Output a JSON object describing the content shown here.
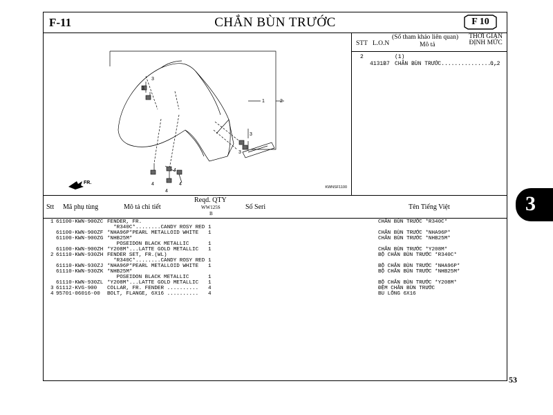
{
  "header": {
    "section_code": "F-11",
    "title": "CHẮN BÙN TRƯỚC",
    "badge": "F 10"
  },
  "diagram": {
    "callouts": [
      "3",
      "3",
      "1",
      "2",
      "3",
      "3",
      "4",
      "4",
      "4",
      "4"
    ],
    "direction_label": "FR.",
    "drawing_code": "KWNSF1100"
  },
  "time_panel": {
    "headers": {
      "stt": "STT",
      "lon": "L.O.N",
      "ref": "(Số tham khảo liên quan)",
      "desc": "Mô tả",
      "time_line1": "THỜI GIAN",
      "time_line2": "ĐỊNH MỨC"
    },
    "rows": [
      {
        "stt": "2",
        "lon": "",
        "ref": "(1)",
        "desc": "",
        "time": ""
      },
      {
        "stt": "",
        "lon": "4131B7",
        "ref": "",
        "desc": "CHẮN BÙN TRƯỚC.................",
        "time": "0,2"
      }
    ]
  },
  "table": {
    "headers": {
      "stt": "Stt",
      "code": "Mã phụ tùng",
      "desc": "Mô tả chi tiết",
      "qty": "Reqd. QTY",
      "model": "WW125S",
      "b": "B",
      "serial": "Số Seri",
      "vn": "Tên Tiếng Việt"
    },
    "rows": [
      {
        "no": "1",
        "code": "61100-KWN-900ZC",
        "desc": "FENDER, FR.",
        "qty": "",
        "vn": "CHẮN BÙN TRƯỚC *R340C*"
      },
      {
        "no": "",
        "code": "",
        "desc": "  *R340C*........CANDY ROSY RED",
        "qty": "1",
        "vn": ""
      },
      {
        "no": "",
        "code": "61100-KWN-900ZF",
        "desc": "*NHA96P*PEARL METALLOID WHITE",
        "qty": "1",
        "vn": "CHẮN BÙN TRƯỚC *NHA96P*"
      },
      {
        "no": "",
        "code": "61100-KWN-900ZG",
        "desc": "*NHB25M*",
        "qty": "",
        "vn": "CHẮN BÙN TRƯỚC *NHB25M*"
      },
      {
        "no": "",
        "code": "",
        "desc": "   POSEIDON BLACK METALLIC",
        "qty": "1",
        "vn": ""
      },
      {
        "no": "",
        "code": "61100-KWN-900ZH",
        "desc": "*Y208M*...LATTE GOLD METALLIC",
        "qty": "1",
        "vn": "CHẮN BÙN TRƯỚC *Y208M*"
      },
      {
        "no": "2",
        "code": "61110-KWN-930ZH",
        "desc": "FENDER SET, FR.(WL)",
        "qty": "",
        "vn": "BỘ CHẮN BÙN TRƯỚC *R340C*"
      },
      {
        "no": "",
        "code": "",
        "desc": "  *R340C*........CANDY ROSY RED",
        "qty": "1",
        "vn": ""
      },
      {
        "no": "",
        "code": "61110-KWN-930ZJ",
        "desc": "*NHA96P*PEARL METALLOID WHITE",
        "qty": "1",
        "vn": "BỘ CHẮN BÙN TRƯỚC *NHA96P*"
      },
      {
        "no": "",
        "code": "61110-KWN-930ZK",
        "desc": "*NHB25M*",
        "qty": "",
        "vn": "BỘ CHẮN BÙN TRƯỚC *NHB25M*"
      },
      {
        "no": "",
        "code": "",
        "desc": "   POSEIDON BLACK METALLIC",
        "qty": "1",
        "vn": ""
      },
      {
        "no": "",
        "code": "61110-KWN-930ZL",
        "desc": "*Y208M*...LATTE GOLD METALLIC",
        "qty": "1",
        "vn": "BỘ CHẮN BÙN TRƯỚC *Y208M*"
      },
      {
        "no": "3",
        "code": "61112-KVG-900",
        "desc": "COLLAR, FR. FENDER ..........",
        "qty": "4",
        "vn": "ĐỆM CHẮN BÙN TRƯỚC"
      },
      {
        "no": "4",
        "code": "95701-06016-00",
        "desc": "BOLT, FLANGE, 6X16 ..........",
        "qty": "4",
        "vn": "BU LÔNG 6X16"
      }
    ]
  },
  "page_number": "53",
  "chapter_tab": "3"
}
